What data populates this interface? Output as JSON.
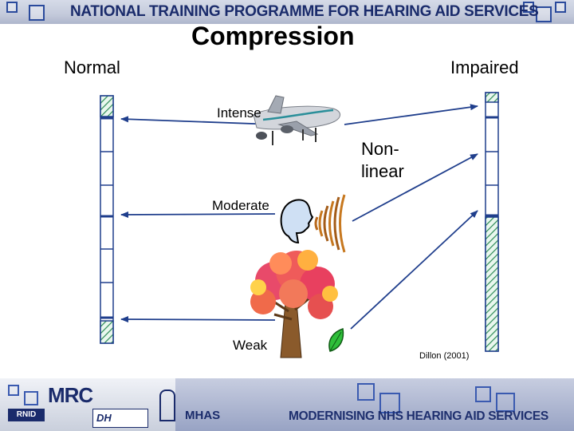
{
  "header": {
    "banner_title": "NATIONAL TRAINING PROGRAMME FOR   HEARING AID SERVICES"
  },
  "slide": {
    "title": "Compression",
    "left_label": "Normal",
    "right_label": "Impaired",
    "levels": {
      "intense": "Intense",
      "moderate": "Moderate",
      "weak": "Weak"
    },
    "curve_label_line1": "Non-",
    "curve_label_line2": "linear",
    "credit": "Dillon (2001)"
  },
  "footer": {
    "title": "MODERNISING NHS HEARING AID SERVICES",
    "logos": {
      "mrc": "MRC",
      "rnid": "RNID",
      "dh": "DH",
      "mhas": "MHAS"
    }
  },
  "colors": {
    "brand_navy": "#1a2b6b",
    "scale_hatch": "#2e8b57",
    "arrow": "#1f3e8c",
    "leaf": "#2fbf3a",
    "tree_foliage": "#e84a6a",
    "trunk": "#8a5a2b"
  }
}
